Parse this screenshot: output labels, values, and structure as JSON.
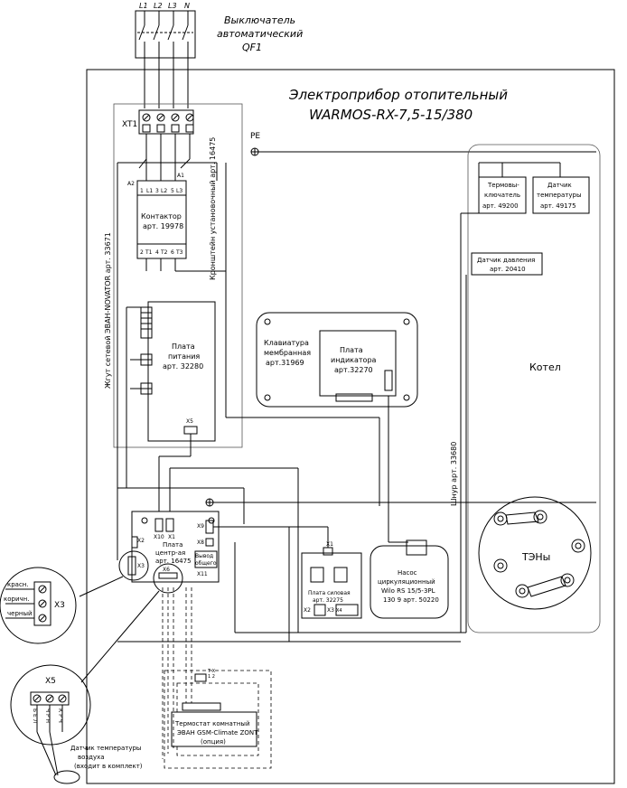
{
  "breaker": {
    "phase_labels": [
      "L1",
      "L2",
      "L3",
      "N"
    ],
    "title_line1": "Выключатель",
    "title_line2": "автоматический",
    "title_line3": "QF1"
  },
  "device": {
    "title_line1": "Электроприбор отопительный",
    "title_line2": "WARMOS-RX-7,5-15/380"
  },
  "terminal_block": {
    "label": "XT1"
  },
  "ground": {
    "label": "PE"
  },
  "contactor": {
    "pins_top": [
      "1",
      "L1",
      "3",
      "L2",
      "5",
      "L3"
    ],
    "a2": "A2",
    "a1": "A1",
    "name_line1": "Контактор",
    "name_line2": "арт. 19978",
    "pins_bottom": [
      "2",
      "T1",
      "4",
      "T2",
      "6",
      "T3"
    ]
  },
  "bracket": {
    "label": "Кронштейн установочный арт. 16475"
  },
  "harness": {
    "label": "Жгут сетевой ЭВАН-NOVATOR арт. 33671"
  },
  "power_board": {
    "name_line1": "Плата",
    "name_line2": "питания",
    "name_line3": "арт. 32280",
    "x5": "X5"
  },
  "keyboard": {
    "line1": "Клавиатура",
    "line2": "мембранная",
    "line3": "арт.31969"
  },
  "indicator_board": {
    "line1": "Плата",
    "line2": "индикатора",
    "line3": "арт.32270"
  },
  "thermo_switch": {
    "line1": "Термовы-",
    "line2": "ключатель",
    "line3": "арт. 49200"
  },
  "temp_sensor": {
    "line1": "Датчик",
    "line2": "температуры",
    "line3": "арт. 49175"
  },
  "pressure_sensor": {
    "line1": "Датчик давления",
    "line2": "арт. 20410"
  },
  "boiler": {
    "label": "Котел"
  },
  "heaters": {
    "label": "ТЭНы"
  },
  "cord": {
    "label": "Шнур арт. 33680"
  },
  "central_board": {
    "x10": "X10",
    "x1": "X1",
    "x9": "X9",
    "x8": "X8",
    "x2": "X2",
    "x3": "X3",
    "x6": "X6",
    "x11": "X11",
    "name_line1": "Плата",
    "name_line2": "центр-ая",
    "name_line3": "арт. 16475",
    "output_line1": "Вывод",
    "output_line2": "общего"
  },
  "relay_board": {
    "x1": "X1",
    "x2": "X2",
    "x3": "X3",
    "x4": "X4",
    "name_line1": "Плата силовая",
    "name_line2": "арт. 32275"
  },
  "pump": {
    "line1": "Насос",
    "line2": "циркуляционный",
    "line3": "Wilo RS 15/5-3PL",
    "line4": "130 9 арт. 50220"
  },
  "x3_detail": {
    "label": "X3",
    "wires": [
      "красн.",
      "коричн.",
      "черный"
    ]
  },
  "x5_detail": {
    "label": "X5",
    "wires": [
      "Б Е Л",
      "Ч Р Н",
      "К Р Ч"
    ]
  },
  "air_sensor": {
    "line1": "Датчик температуры",
    "line2": "воздуха",
    "line3": "(входит в комплект)"
  },
  "room_thermostat": {
    "line1": "Термостат комнатный",
    "line2": "ЭВАН GSM-Climate ZONT",
    "line3": "(опция)"
  },
  "thermostat_pins": {
    "top": "T X",
    "sub": "1 2"
  }
}
